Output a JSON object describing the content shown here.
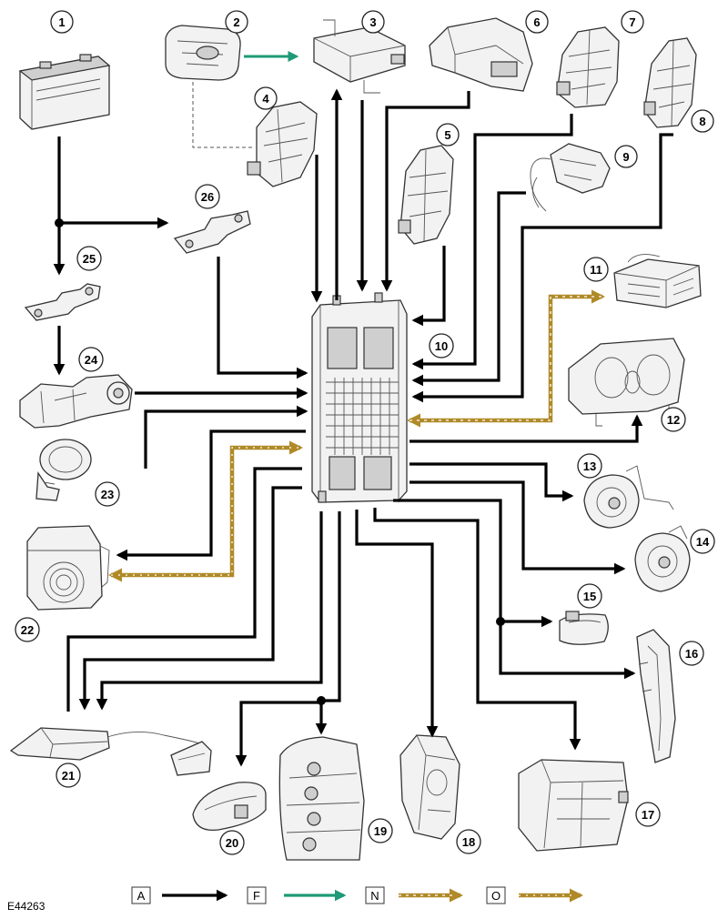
{
  "figure_id": "E44263",
  "callouts": [
    "1",
    "2",
    "3",
    "4",
    "5",
    "6",
    "7",
    "8",
    "9",
    "10",
    "11",
    "12",
    "13",
    "14",
    "15",
    "16",
    "17",
    "18",
    "19",
    "20",
    "21",
    "22",
    "23",
    "24",
    "25",
    "26"
  ],
  "legend": [
    {
      "key": "A",
      "color": "#000000",
      "style": "solid"
    },
    {
      "key": "F",
      "color": "#1e9a76",
      "style": "solid"
    },
    {
      "key": "N",
      "color": "#b08a28",
      "style": "dashed-center"
    },
    {
      "key": "O",
      "color": "#b08a28",
      "style": "dotted-center"
    }
  ],
  "colors": {
    "wire": "#000000",
    "can_bus": "#b08a28",
    "rf": "#1e9a76"
  }
}
